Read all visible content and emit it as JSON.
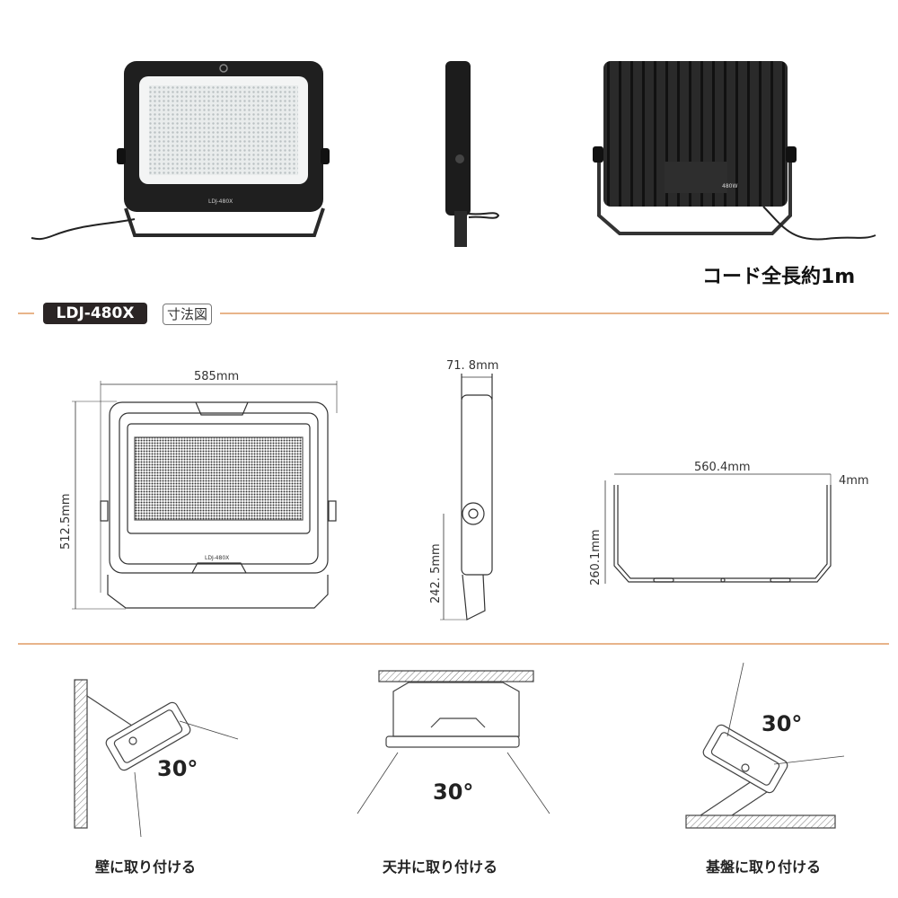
{
  "photos": {
    "cord_length": "コード全長約1m",
    "front_label": "LDJ-480X",
    "back_label": "480W"
  },
  "section": {
    "model_badge": "LDJ-480X",
    "title_tag": "寸法図"
  },
  "dimensions": {
    "width": "585mm",
    "height": "512.5mm",
    "depth": "71. 8mm",
    "side_height": "242. 5mm",
    "bracket_width": "560.4mm",
    "bracket_thickness": "4mm",
    "bracket_height": "260.1mm",
    "drawing_label": "LDJ-480X"
  },
  "installation": [
    {
      "angle": "30°",
      "caption": "壁に取り付ける"
    },
    {
      "angle": "30°",
      "caption": "天井に取り付ける"
    },
    {
      "angle": "30°",
      "caption": "基盤に取り付ける"
    }
  ],
  "colors": {
    "accent": "#e8b48a",
    "badge": "#2b2525",
    "fixture": "#1f1f1f"
  }
}
